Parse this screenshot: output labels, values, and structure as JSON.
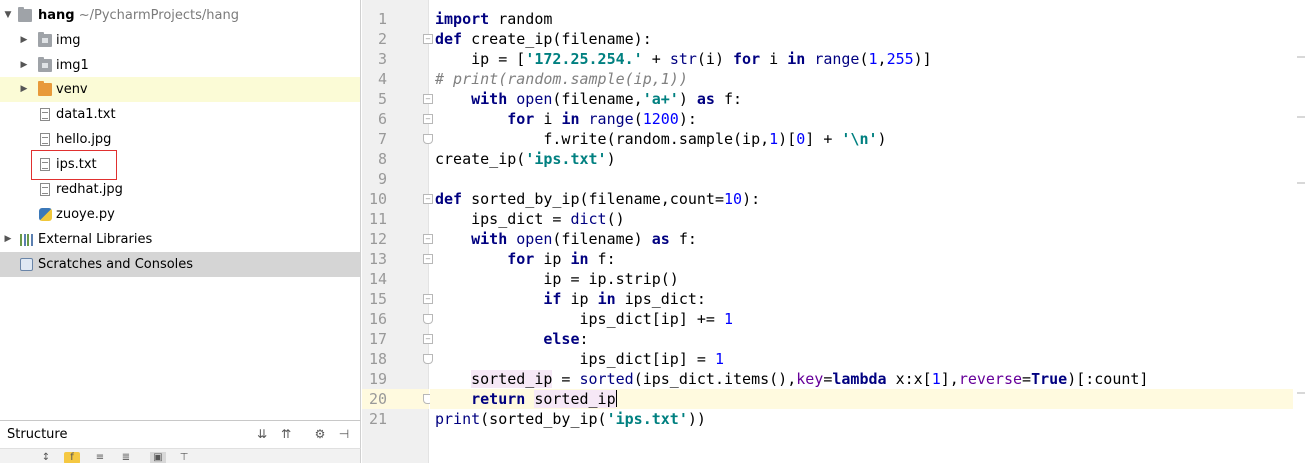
{
  "project": {
    "root_name": "hang",
    "root_path": "~/PycharmProjects/hang",
    "items": [
      {
        "label": "img",
        "kind": "folder"
      },
      {
        "label": "img1",
        "kind": "folder"
      },
      {
        "label": "venv",
        "kind": "folder-excluded"
      },
      {
        "label": "data1.txt",
        "kind": "text-file"
      },
      {
        "label": "hello.jpg",
        "kind": "image-file"
      },
      {
        "label": "ips.txt",
        "kind": "text-file"
      },
      {
        "label": "redhat.jpg",
        "kind": "image-file"
      },
      {
        "label": "zuoye.py",
        "kind": "python-file"
      }
    ],
    "external_libraries": "External Libraries",
    "scratches": "Scratches and Consoles"
  },
  "structure": {
    "title": "Structure",
    "header_icons": [
      "expand-all-icon",
      "collapse-all-icon",
      "gear-icon",
      "hide-icon"
    ],
    "toolbar_icons": [
      "sort-alpha-icon",
      "show-fields-icon",
      "show-inherited-icon",
      "autoscroll-to-source-icon",
      "autoscroll-from-source-icon",
      "expand-icon"
    ]
  },
  "editor": {
    "current_line": 20,
    "lines": [
      {
        "n": "1",
        "code": "import random"
      },
      {
        "n": "2",
        "code": "def create_ip(filename):"
      },
      {
        "n": "3",
        "code": "    ip = ['172.25.254.' + str(i) for i in range(1,255)]"
      },
      {
        "n": "4",
        "code": "# print(random.sample(ip,1))"
      },
      {
        "n": "5",
        "code": "    with open(filename,'a+') as f:"
      },
      {
        "n": "6",
        "code": "        for i in range(1200):"
      },
      {
        "n": "7",
        "code": "            f.write(random.sample(ip,1)[0] + '\\n')"
      },
      {
        "n": "8",
        "code": "create_ip('ips.txt')"
      },
      {
        "n": "9",
        "code": ""
      },
      {
        "n": "10",
        "code": "def sorted_by_ip(filename,count=10):"
      },
      {
        "n": "11",
        "code": "    ips_dict = dict()"
      },
      {
        "n": "12",
        "code": "    with open(filename) as f:"
      },
      {
        "n": "13",
        "code": "        for ip in f:"
      },
      {
        "n": "14",
        "code": "            ip = ip.strip()"
      },
      {
        "n": "15",
        "code": "            if ip in ips_dict:"
      },
      {
        "n": "16",
        "code": "                ips_dict[ip] += 1"
      },
      {
        "n": "17",
        "code": "            else:"
      },
      {
        "n": "18",
        "code": "                ips_dict[ip] = 1"
      },
      {
        "n": "19",
        "code": "    sorted_ip = sorted(ips_dict.items(),key=lambda x:x[1],reverse=True)[:count]"
      },
      {
        "n": "20",
        "code": "    return sorted_ip"
      },
      {
        "n": "21",
        "code": "print(sorted_by_ip('ips.txt'))"
      }
    ]
  }
}
